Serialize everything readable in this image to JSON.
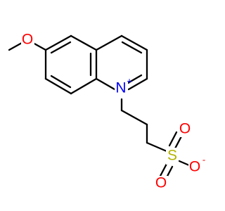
{
  "molecule": {
    "atoms": [
      {
        "id": "n",
        "label": "N",
        "charge": "+",
        "color": "#0000ff"
      },
      {
        "id": "o_methoxy",
        "label": "O",
        "color": "#ff0000"
      },
      {
        "id": "s",
        "label": "S",
        "color": "#b2b200"
      },
      {
        "id": "o_s1",
        "label": "O",
        "color": "#ff0000"
      },
      {
        "id": "o_s2",
        "label": "O",
        "color": "#ff0000"
      },
      {
        "id": "o_minus",
        "label": "O",
        "charge": "-",
        "color": "#ff0000"
      }
    ],
    "colors": {
      "bond": "#000000",
      "nitrogen": "#0000ff",
      "oxygen": "#ff0000",
      "sulfur": "#b2b200"
    }
  }
}
